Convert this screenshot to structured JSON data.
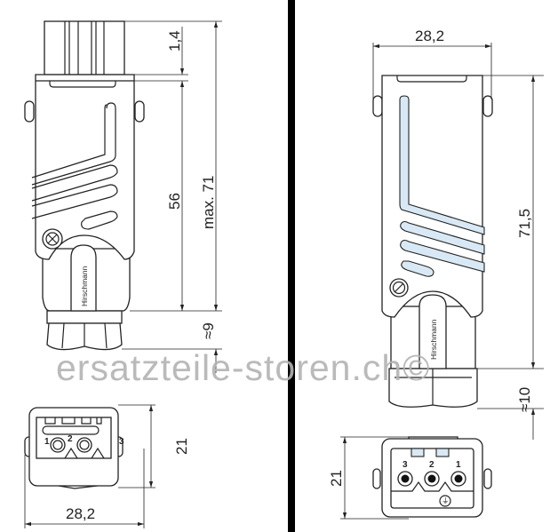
{
  "brand_label": "Hirschmann",
  "watermark": "ersatzteile-storen.ch©",
  "side_view": {
    "dim_top": "1,4",
    "dim_body": "56",
    "dim_total": "max. 71",
    "dim_nut": "≈9"
  },
  "front_view": {
    "dim_width": "28,2",
    "dim_height": "71,5",
    "dim_nut": "≈10"
  },
  "face_left": {
    "dim_height": "21",
    "dim_width": "28,2",
    "pins": [
      "1",
      "2",
      "3"
    ]
  },
  "face_right": {
    "dim_height": "21",
    "pins": [
      "3",
      "2",
      "1"
    ],
    "ground_symbol": "⏚"
  },
  "colors": {
    "groove_fill": "#d8e9f5",
    "divider": "#000000",
    "watermark": "#b3b3b3"
  }
}
